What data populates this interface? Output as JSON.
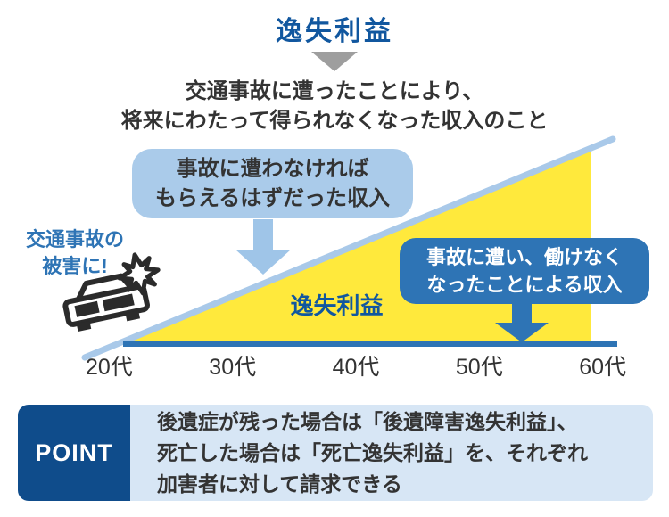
{
  "header": {
    "title": "逸失利益",
    "definition_line1": "交通事故に遭ったことにより、",
    "definition_line2": "将来にわたって得られなくなった収入のこと"
  },
  "diagram": {
    "expected_income_callout": {
      "line1": "事故に遭わなければ",
      "line2": "もらえるはずだった収入"
    },
    "victim_label": {
      "line1": "交通事故の",
      "line2": "被害に!"
    },
    "lost_income_callout": {
      "line1": "事故に遭い、働けなく",
      "line2": "なったことによる収入"
    },
    "area_label": "逸失利益",
    "x_axis_labels": [
      "20代",
      "30代",
      "40代",
      "50代",
      "60代"
    ]
  },
  "point": {
    "label": "POINT",
    "line1": "後遺症が残った場合は「後遺障害逸失利益」、",
    "line2": "死亡した場合は「死亡逸失利益」を、それぞれ",
    "line3": "加害者に対して請求できる"
  },
  "colors": {
    "title_blue": "#11579f",
    "accent_blue": "#2e74b5",
    "light_blue": "#aacbea",
    "pale_blue": "#d7e6f5",
    "navy": "#0f4c8b",
    "yellow": "#ffe93c",
    "gray_arrow": "#9e9e9e",
    "text_dark": "#333333"
  }
}
